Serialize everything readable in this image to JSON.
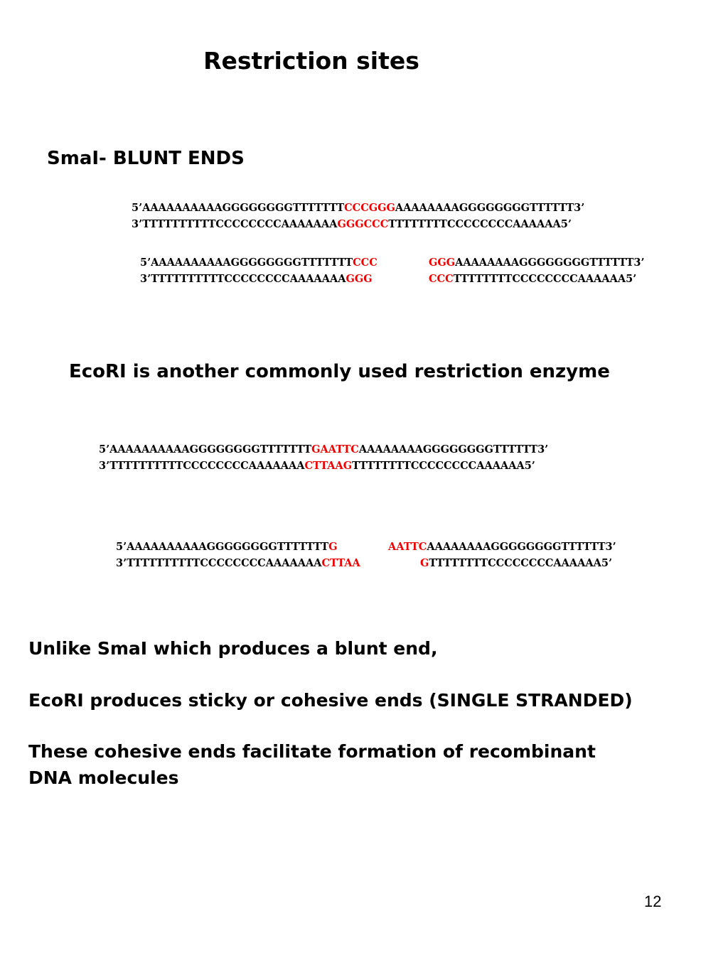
{
  "title": "Restriction sites",
  "smai": {
    "heading": "SmaI- BLUNT ENDS",
    "uncut": {
      "top": {
        "pre": "5’AAAAAAAAAAGGGGGGGGTTTTTTT",
        "site": "CCCGGG",
        "post": "AAAAAAAAGGGGGGGGTTTTTT3’"
      },
      "bottom": {
        "pre": "3’TTTTTTTTTTCCCCCCCCAAAAAAA",
        "site": "GGGCCC",
        "post": "TTTTTTTTCCCCCCCCAAAAAA5’"
      }
    },
    "cut": {
      "top_left": {
        "pre": "5’AAAAAAAAAAGGGGGGGGTTTTTTT",
        "site": "CCC"
      },
      "top_right": {
        "site": "GGG",
        "post": "AAAAAAAAGGGGGGGGTTTTTT3’"
      },
      "bottom_left": {
        "pre": "3’TTTTTTTTTTCCCCCCCCAAAAAAA",
        "site": "GGG"
      },
      "bottom_right": {
        "site": "CCC",
        "post": "TTTTTTTTCCCCCCCCAAAAAA5’"
      }
    }
  },
  "ecori": {
    "heading": "EcoRI is another commonly used restriction enzyme",
    "uncut": {
      "top": {
        "pre": "5’AAAAAAAAAAGGGGGGGGTTTTTTT",
        "site": "GAATTC",
        "post": "AAAAAAAAGGGGGGGGTTTTTT3’"
      },
      "bottom": {
        "pre": "3’TTTTTTTTTTCCCCCCCCAAAAAAA",
        "site": "CTTAAG",
        "post": "TTTTTTTTCCCCCCCCAAAAAA5’"
      }
    },
    "cut": {
      "top_left": {
        "pre": "5’AAAAAAAAAAGGGGGGGGTTTTTTT",
        "site": "G"
      },
      "top_right": {
        "site": "AATTC",
        "post": "AAAAAAAAGGGGGGGGTTTTTT3’"
      },
      "bottom_left": {
        "pre": "3’TTTTTTTTTTCCCCCCCCAAAAAAA",
        "site": "CTTAA"
      },
      "bottom_right": {
        "site": "G",
        "post": "TTTTTTTTCCCCCCCCAAAAAA5’"
      }
    }
  },
  "notes": [
    "Unlike SmaI which produces a blunt end,",
    "EcoRI produces sticky or cohesive ends (SINGLE STRANDED)",
    "These cohesive ends facilitate formation of recombinant",
    "DNA molecules"
  ],
  "page_number": "12",
  "colors": {
    "recognition_site": "#ee0000",
    "text": "#000000"
  }
}
